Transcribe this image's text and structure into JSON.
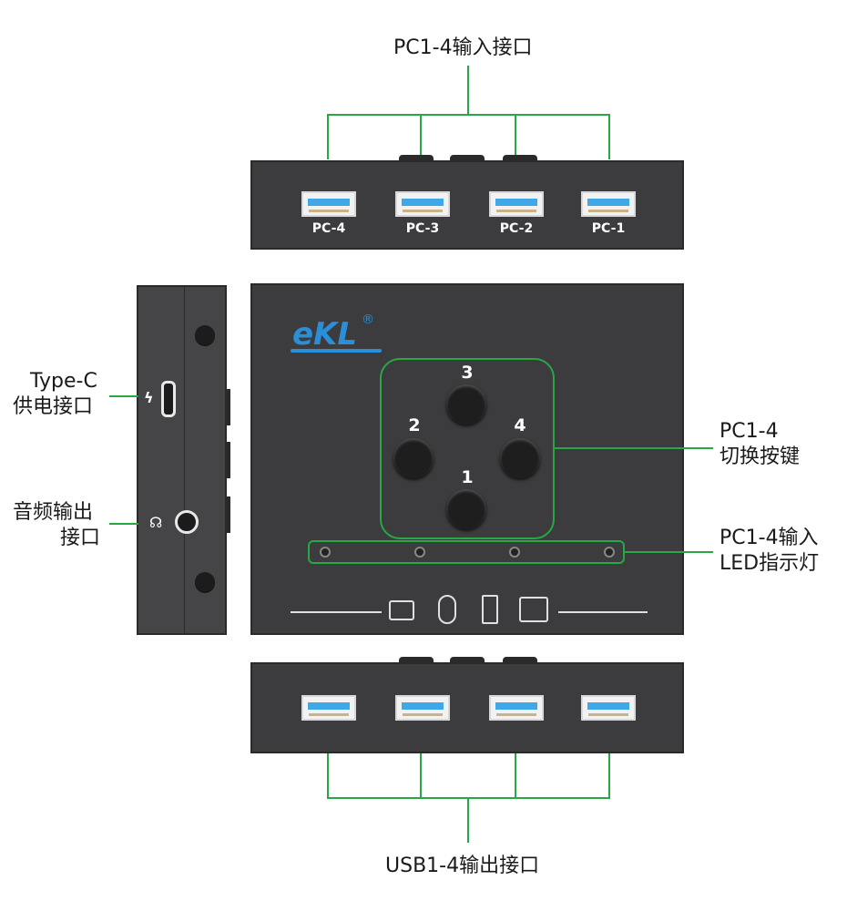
{
  "labels": {
    "top": "PC1-4输入接口",
    "bottom": "USB1-4输出接口",
    "typec_line1": "Type-C",
    "typec_line2": "供电接口",
    "audio_line1": "音频输出",
    "audio_line2": "接口",
    "switch_line1": "PC1-4",
    "switch_line2": "切换按键",
    "led_line1": "PC1-4输入",
    "led_line2": "LED指示灯"
  },
  "top_ports": [
    "PC-4",
    "PC-3",
    "PC-2",
    "PC-1"
  ],
  "buttons": {
    "b1": "1",
    "b2": "2",
    "b3": "3",
    "b4": "4"
  },
  "brand": {
    "logo": "eKL",
    "registered": "®"
  },
  "icons": [
    "keyboard-icon",
    "mouse-icon",
    "usb-drive-icon",
    "printer-icon"
  ],
  "colors": {
    "callout": "#27a844",
    "device": "#3c3c3e",
    "usb_tongue": "#3fa8e6",
    "logo": "#2a8fd8"
  }
}
